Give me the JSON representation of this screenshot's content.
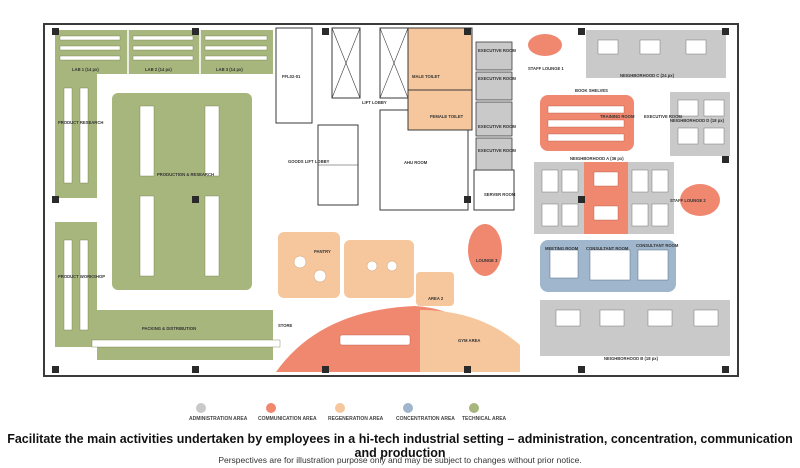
{
  "colors": {
    "administration": "#c9c9c9",
    "communication": "#f08870",
    "regeneration": "#f6c79c",
    "concentration": "#9fb6cc",
    "technical": "#a7b67c",
    "wall": "#3a3a3a"
  },
  "rooms": {
    "lab1": "LAB 1 (14 px)",
    "lab2": "LAB 2 (14 px)",
    "lab3": "LAB 3 (14 px)",
    "product_research": "PRODUCT RESEARCH",
    "production_research": "PRODUCTION & RESEARCH",
    "product_workshop": "PRODUCT WORKSHOP",
    "packing_distribution": "PACKING & DISTRIBUTION",
    "store": "STORE",
    "ffl": "FFL02-01",
    "lift_lobby": "LIFT LOBBY",
    "goods_lift_lobby": "GOODS LIFT LOBBY",
    "male_toilet": "MALE TOILET",
    "female_toilet": "FEMALE TOILET",
    "ahu_room": "AHU ROOM",
    "server_room": "SERVER ROOM",
    "executive_room": "EXECUTIVE ROOM",
    "staff_lounge_1": "STAFF LOUNGE 1",
    "staff_lounge_2": "STAFF LOUNGE 2",
    "lounge_3": "LOUNGE 3",
    "neighborhood_c": "NEIGHBORHOOD C (24 px)",
    "neighborhood_d": "NEIGHBORHOOD D (18 px)",
    "neighborhood_a": "NEIGHBORHOOD A (36 px)",
    "neighborhood_b": "NEIGHBORHOOD B (18 px)",
    "book_shelves": "BOOK SHELVES",
    "training_room": "TRAINING ROOM",
    "executive_room_small": "EXECUTIVE ROOM",
    "meeting_room": "MEETING ROOM",
    "consultant_room": "CONSULTANT ROOM",
    "consultant_room_2": "CONSULTANT ROOM",
    "pantry": "PANTRY",
    "area_2": "AREA 2",
    "gym_area": "GYM AREA"
  },
  "legend": [
    {
      "label": "ADMINISTRATION AREA",
      "color": "#c9c9c9"
    },
    {
      "label": "COMMUNICATION AREA",
      "color": "#f08870"
    },
    {
      "label": "REGENERATION AREA",
      "color": "#f6c79c"
    },
    {
      "label": "CONCENTRATION AREA",
      "color": "#9fb6cc"
    },
    {
      "label": "TECHNICAL AREA",
      "color": "#a7b67c"
    }
  ],
  "caption": "Facilitate the main activities undertaken by employees in a hi-tech industrial setting – administration, concentration, communication and production",
  "note": "Perspectives are for illustration purpose only and may be subject to changes without prior notice."
}
